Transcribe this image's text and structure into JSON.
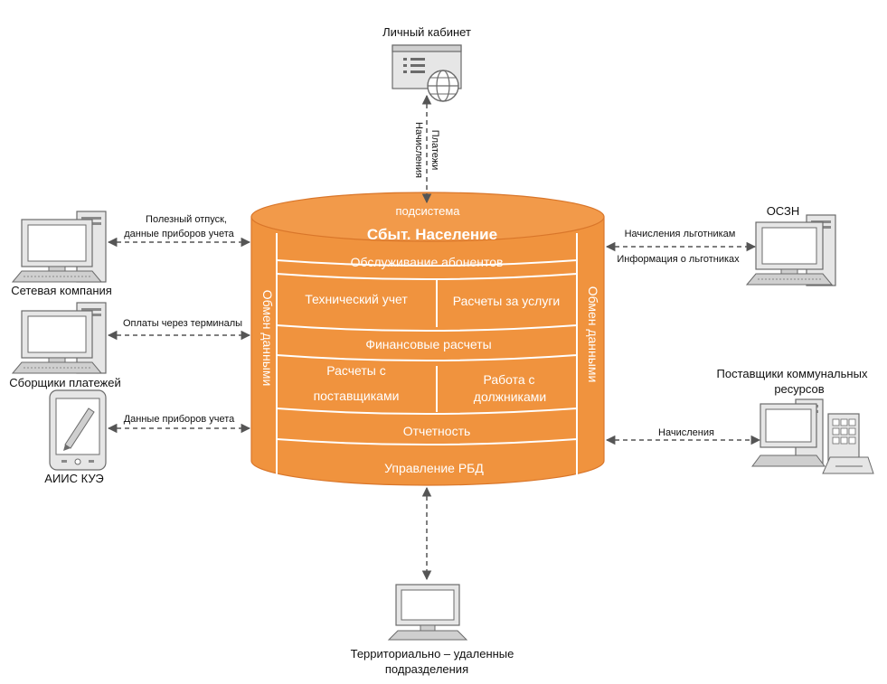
{
  "system": {
    "subtitle": "подсистема",
    "title": "Сбыт. Население",
    "modules": {
      "subscriber_service": "Обслуживание абонентов",
      "technical_accounting": "Технический учет",
      "service_billing": "Расчеты за услуги",
      "financial_settlements": "Финансовые расчеты",
      "supplier_settlements": [
        "Расчеты с",
        "поставщиками"
      ],
      "debtor_work": [
        "Работа с",
        "должниками"
      ],
      "reporting": "Отчетность",
      "rdb_management": "Управление РБД"
    },
    "data_exchange_left": "Обмен данными",
    "data_exchange_right": "Обмен данными"
  },
  "nodes": {
    "personal_account": "Личный кабинет",
    "grid_company": "Сетевая компания",
    "payment_collectors": "Сборщики платежей",
    "aiis": "АИИС КУЭ",
    "oszn": "ОСЗН",
    "utility_suppliers": [
      "Поставщики коммунальных",
      "ресурсов"
    ],
    "remote_divisions": [
      "Территориально – удаленные",
      "подразделения"
    ]
  },
  "links": {
    "personal_account_payments": "Платежи",
    "personal_account_charges": "Начисления",
    "grid_company_flow": [
      "Полезный отпуск,",
      "данные приборов учета"
    ],
    "payment_collectors_flow": "Оплаты через терминалы",
    "aiis_flow": "Данные приборов учета",
    "oszn_charges": "Начисления льготникам",
    "oszn_info": "Информация о льготниках",
    "suppliers_flow": "Начисления"
  },
  "colors": {
    "cylinder": "#f0933e",
    "cylinder_top": "#f29a4a",
    "cylinder_stroke": "#d9762a",
    "divider": "#ffffff",
    "device_fill": "#e6e6e6",
    "device_stroke": "#6b6b6b",
    "arrow": "#555555"
  },
  "icons": [
    "monitor-globe-icon",
    "desktop-computer-icon",
    "tablet-stylus-icon",
    "server-building-icon"
  ]
}
